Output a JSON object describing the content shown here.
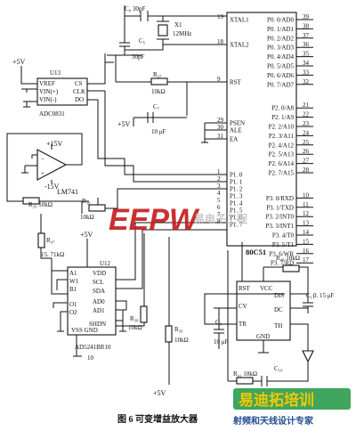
{
  "figure": {
    "caption": "图 6   可变增益放大器",
    "watermarks": [
      "EEPW",
      "易电子工程",
      "易迪拓培训",
      "射频和天线设计专家"
    ]
  },
  "mcu": {
    "name": "80C51",
    "pin_numbers": {
      "xtal1": "19",
      "xtal2": "18",
      "rst": "9",
      "psen": "29",
      "ale": "30",
      "ea": "31",
      "p0": [
        "39",
        "38",
        "37",
        "36",
        "35",
        "34",
        "33",
        "32"
      ],
      "p2": [
        "21",
        "22",
        "23",
        "24",
        "25",
        "26",
        "27",
        "28"
      ]
    },
    "left_pins": [
      "XTAL1",
      "XTAL2",
      "RST",
      "PSEN",
      "ALE",
      "EA",
      "P1. 0",
      "P1. 1",
      "P1. 2",
      "P1. 3",
      "P1. 4",
      "P1. 5",
      "P1. 6",
      "P1. 7"
    ],
    "left_pin_numbers_p1": [
      "1",
      "2",
      "3",
      "4",
      "5",
      "6",
      "7",
      "8"
    ],
    "right_pins": [
      "P0. 0/AD0",
      "P0. 1/AD1",
      "P0. 2/AD2",
      "P0. 3/AD3",
      "P0. 4/AD4",
      "P0. 5/AD5",
      "P0. 6/AD6",
      "P0. 7/AD7",
      "P2. 0/A8",
      "P2. 1/A9",
      "P2. 2/A10",
      "P2. 3/A11",
      "P2. 4/A12",
      "P2. 5/A13",
      "P2. 6/A14",
      "P2. 7/A15",
      "P3. 0/RXD",
      "P3. 1/TXD",
      "P3. 2/INT0",
      "P3. 3/INT1",
      "P3. 4/T0",
      "P3. 5/T1",
      "P3. 6/WR",
      "P3. 7/RD"
    ],
    "right_pin_numbers_p3": [
      "10",
      "11",
      "12",
      "13",
      "14",
      "15",
      "16",
      "17"
    ]
  },
  "adc": {
    "label": "U13",
    "name": "ADC0831",
    "pins_left": [
      "VREF",
      "VIN(+)",
      "VIN(-)"
    ],
    "pins_right": [
      "CS",
      "CLK",
      "DO"
    ]
  },
  "opamp": {
    "name": "LM741",
    "pos_supply": "+15V",
    "neg_supply": "-15V"
  },
  "digipot": {
    "label": "U12",
    "name": "AD5241BR10",
    "pins_left": [
      "A1",
      "W1",
      "B1",
      "O1",
      "O2"
    ],
    "pins_right": [
      "VDD",
      "SCL",
      "SDA",
      "AD0",
      "AD1",
      "SHDN"
    ],
    "pin_bottom": "VSS  GND",
    "pin_bottom_extra": "10"
  },
  "timer": {
    "pins": [
      "RST",
      "VCC",
      "DIS",
      "CV",
      "TH",
      "TR",
      "DC",
      "GND"
    ]
  },
  "components": {
    "c6": "C₆ 30pF",
    "x1": "X1",
    "x1_val": "12MHz",
    "c5": "C₅",
    "c5_val": "30pF",
    "r37": "R₃₇",
    "r37_val": "10kΩ",
    "c7": "C₇",
    "c7_val": "10 μF",
    "r29": "R₂₉  10kΩ",
    "r30": "R₃₀",
    "r30_val": "10kΩ",
    "r47": "R₄₇",
    "r47_val": "15. 71kΩ",
    "r38": "R₃₈",
    "r38_val": "10kΩ",
    "r39": "R₃₉",
    "r39_val": "10kΩ",
    "r40": "R₄₀ 10kΩ",
    "c11": "C₁₁",
    "c11_val": "0. 15 μF",
    "c9": "C₉",
    "c9_val": "10 μF",
    "r41": "R₄₁ 10kΩ",
    "c10": "C₁₀"
  },
  "supplies": {
    "plus5v": "+5V"
  }
}
